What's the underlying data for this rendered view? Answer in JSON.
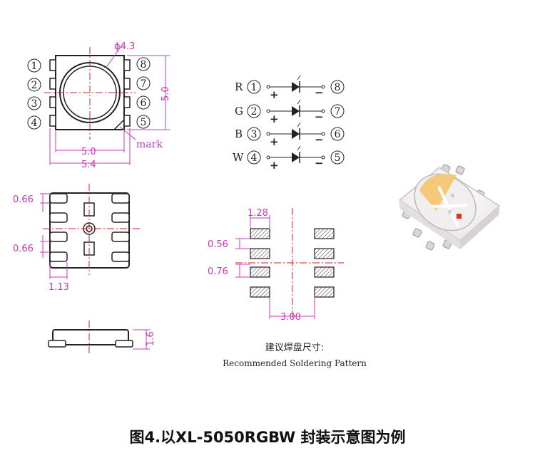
{
  "top_view": {
    "diameter_label": "ϕ4.3",
    "height_dim": "5.0",
    "width_dim_inner": "5.0",
    "width_dim_outer": "5.4",
    "mark_label": "mark",
    "pins_left": [
      "1",
      "2",
      "3",
      "4"
    ],
    "pins_right": [
      "8",
      "7",
      "6",
      "5"
    ]
  },
  "schematic": {
    "rows": [
      {
        "color": "R",
        "left_pin": "1",
        "right_pin": "8"
      },
      {
        "color": "G",
        "left_pin": "2",
        "right_pin": "7"
      },
      {
        "color": "B",
        "left_pin": "3",
        "right_pin": "6"
      },
      {
        "color": "W",
        "left_pin": "4",
        "right_pin": "5"
      }
    ],
    "plus": "+",
    "minus": "−"
  },
  "bottom_view": {
    "dim_top": "0.66",
    "dim_mid": "0.66",
    "dim_bottom": "1.13"
  },
  "side_view": {
    "height_dim": "1.6"
  },
  "pad_pattern": {
    "dim_width": "1.28",
    "dim_pad": "0.56",
    "dim_gap": "0.76",
    "dim_span": "3.00",
    "label_cn": "建议焊盘尺寸:",
    "label_en": "Recommended Soldering Pattern"
  },
  "caption": "图4.以XL-5050RGBW 封装示意图为例",
  "colors": {
    "dimension": "#c838b8",
    "centerline": "#d02020",
    "outline": "#222222",
    "led_warm": "#f6c879",
    "led_red": "#d23a1c"
  }
}
